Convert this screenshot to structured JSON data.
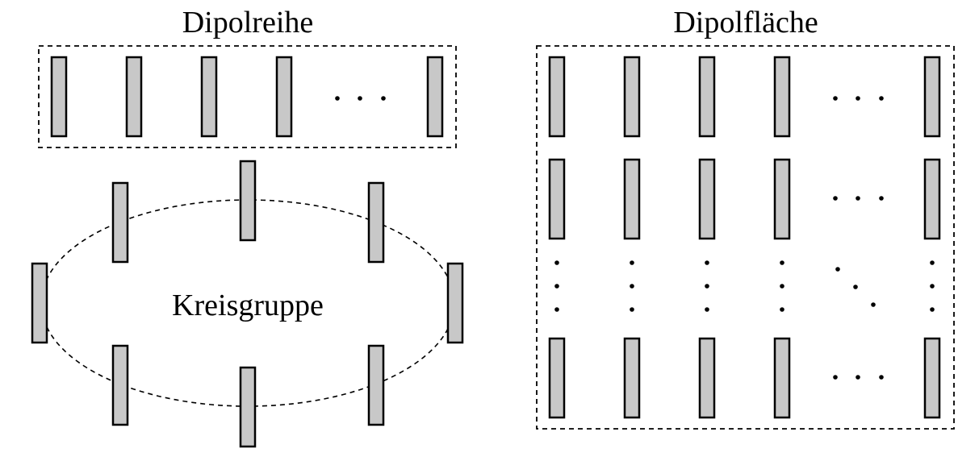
{
  "labels": {
    "row": "Dipolreihe",
    "circle": "Kreisgruppe",
    "area": "Dipolfläche"
  },
  "colors": {
    "dipole_fill": "#c8c8c8",
    "stroke": "#000000"
  },
  "structure": {
    "row_dipoles": 5,
    "circle_dipoles": 8,
    "area_columns": 5,
    "area_rows": 3
  }
}
